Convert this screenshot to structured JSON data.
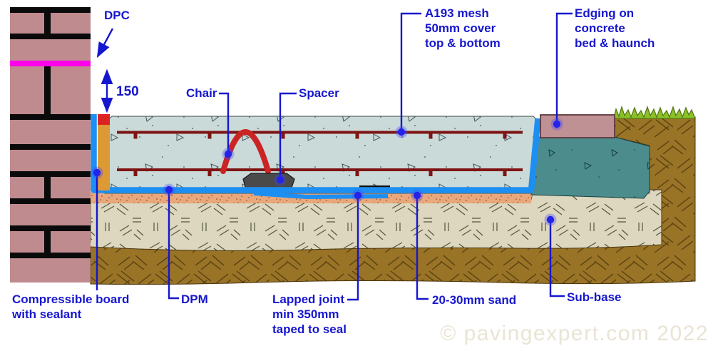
{
  "diagram": {
    "type": "construction-cross-section",
    "callouts": {
      "dpc": "DPC",
      "dim_150": "150",
      "chair": "Chair",
      "spacer": "Spacer",
      "mesh": "A193 mesh\n50mm cover\ntop & bottom",
      "edging": "Edging on\nconcrete\nbed & haunch",
      "compressible_board": "Compressible board\nwith sealant",
      "dpm": "DPM",
      "lapped_joint": "Lapped joint\nmin 350mm\ntaped to seal",
      "sand": "20-30mm sand",
      "sub_base": "Sub-base"
    },
    "watermark": "© pavingexpert.com 2022",
    "colors": {
      "label_blue": "#1616cf",
      "callout_dot": "#2424e8",
      "brick": "#bf8b8f",
      "mortar": "#0a0a0a",
      "dpc_magenta": "#ff00ea",
      "dpm_blue": "#1d8ff2",
      "concrete_slab": "#cadad8",
      "mesh_maroon": "#7e1414",
      "chair_red": "#cb2424",
      "spacer_gray": "#4a4a4a",
      "sealant_red": "#dd2222",
      "board_orange": "#dd9934",
      "sand": "#e9a77c",
      "sub_base": "#dcd7be",
      "soil": "#9a7426",
      "haunch_teal": "#4d8c8d",
      "edging_pink": "#bf9094",
      "grass_green": "#8ac228",
      "watermark": "#e9e4d4"
    }
  }
}
